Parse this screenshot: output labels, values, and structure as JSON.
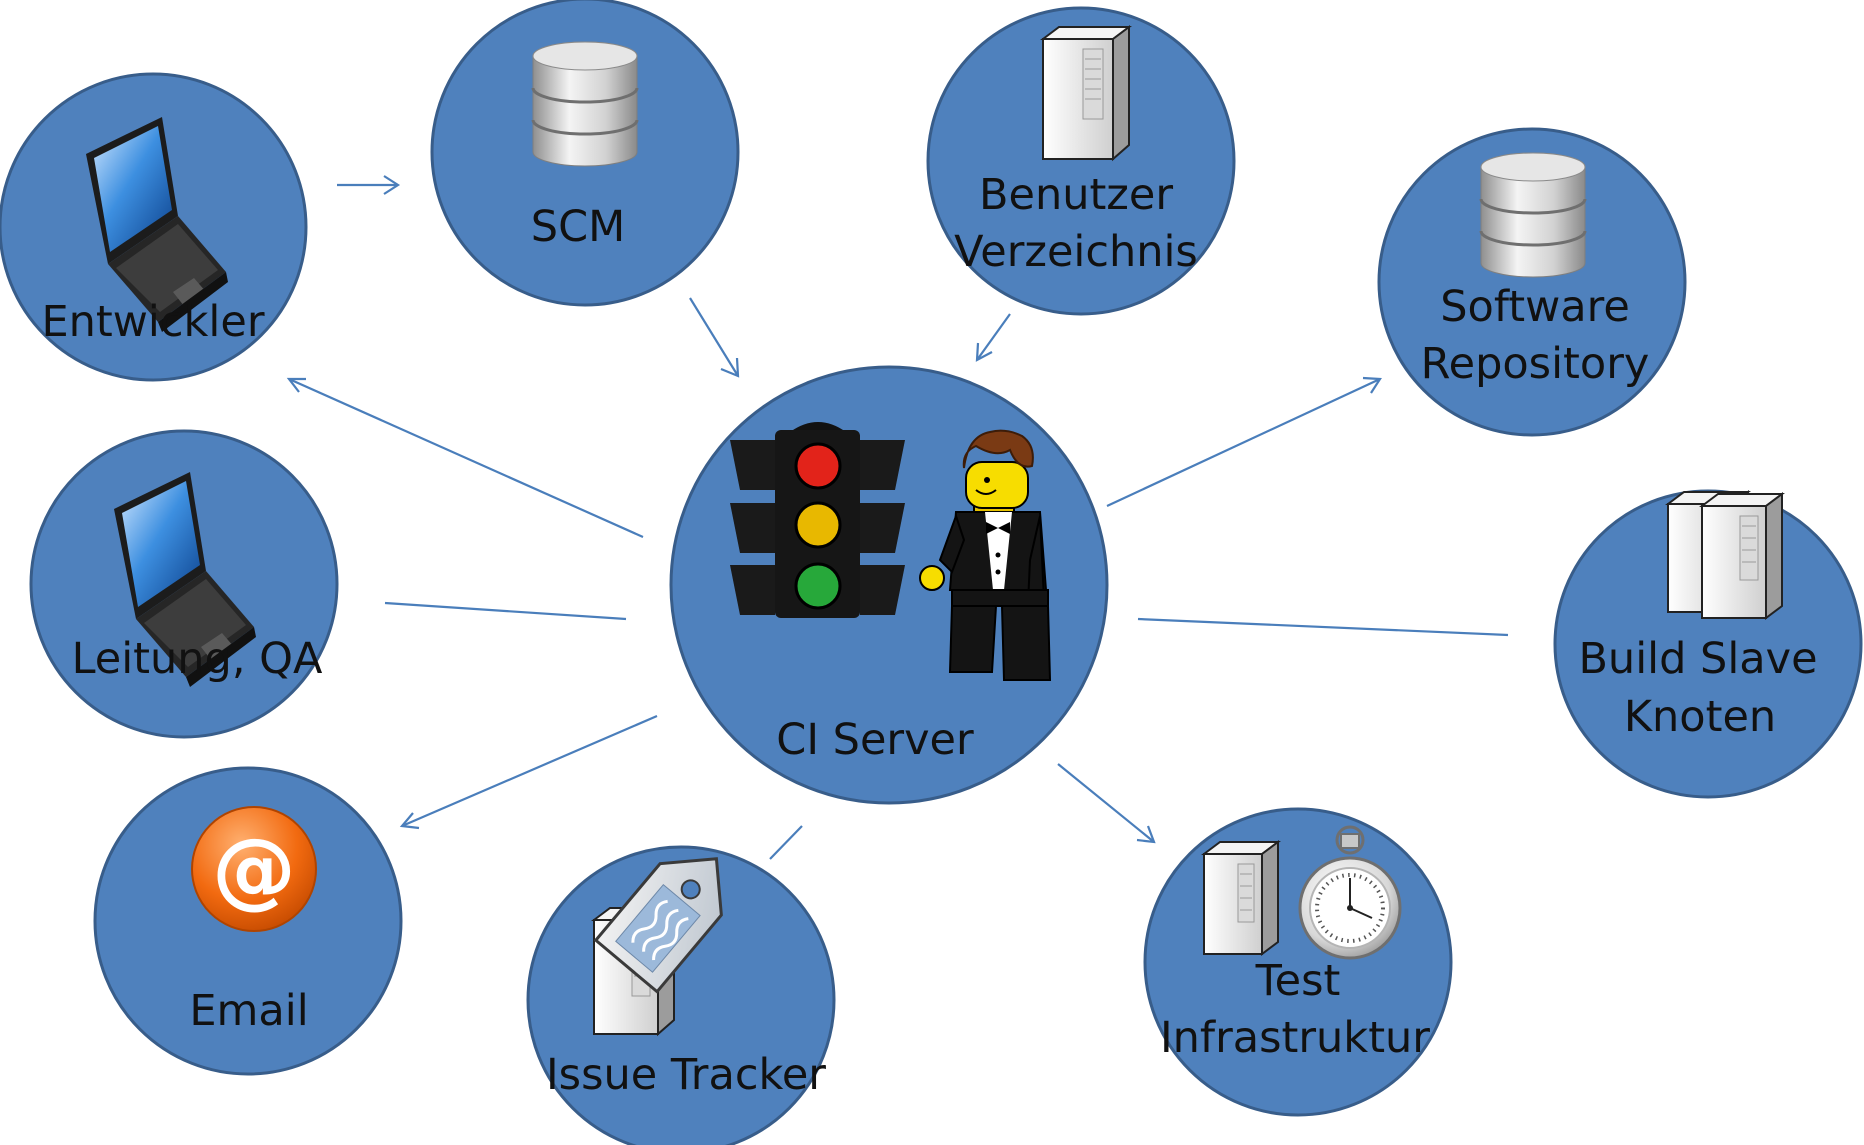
{
  "colors": {
    "node_fill": "#4f81bd",
    "node_stroke": "#385d8a",
    "arrow": "#4a7ebb",
    "signal_red": "#e2231a",
    "signal_yellow": "#e8b800",
    "signal_green": "#27a83a",
    "email_orange": "#f26a10"
  },
  "nodes": {
    "developer": {
      "label": "Entwickler",
      "icon": "laptop-icon"
    },
    "scm": {
      "label": "SCM",
      "icon": "database-icon"
    },
    "user_directory": {
      "line1": "Benutzer",
      "line2": "Verzeichnis",
      "icon": "server-icon"
    },
    "software_repository": {
      "line1": "Software",
      "line2": "Repository",
      "icon": "database-icon"
    },
    "management_qa": {
      "label": "Leitung, QA",
      "icon": "laptop-icon"
    },
    "ci_server": {
      "label": "CI Server",
      "icons": [
        "traffic-light-icon",
        "butler-figure-icon"
      ]
    },
    "build_slave": {
      "line1": "Build Slave",
      "line2": "Knoten",
      "icon": "server-pair-icon"
    },
    "email": {
      "label": "Email",
      "icon": "at-sign-icon",
      "symbol": "@"
    },
    "issue_tracker": {
      "label": "Issue Tracker",
      "icons": [
        "server-icon",
        "tag-icon"
      ]
    },
    "test_infrastructure": {
      "line1": "Test",
      "line2": "Infrastruktur",
      "icons": [
        "server-icon",
        "stopwatch-icon"
      ]
    }
  }
}
